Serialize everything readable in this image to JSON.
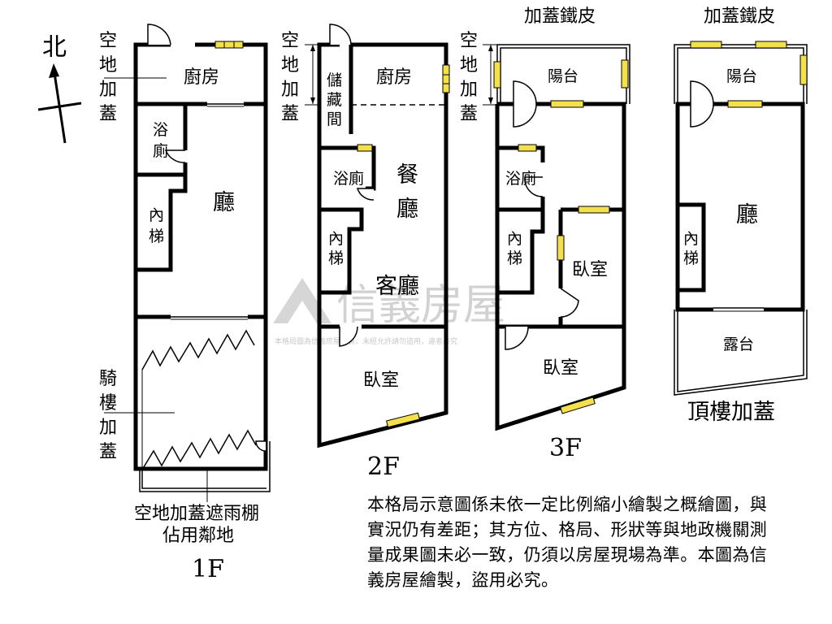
{
  "compass": {
    "north_label": "北"
  },
  "floor_1f": {
    "floor_label": "1F",
    "rooms": {
      "kitchen": "廚房",
      "bath": "浴廁",
      "stairs": "內梯",
      "living": "廳"
    },
    "annotations": {
      "top_addition": "空地加蓋",
      "arcade_addition": "騎樓加蓋",
      "canopy_line1": "空地加蓋遮雨棚",
      "canopy_line2": "佔用鄰地"
    }
  },
  "floor_2f": {
    "floor_label": "2F",
    "rooms": {
      "storage": "儲藏間",
      "kitchen": "廚房",
      "bath": "浴廁",
      "dining": "餐廳",
      "stairs": "內梯",
      "living": "客廳",
      "bedroom": "臥室"
    },
    "annotations": {
      "top_addition": "空地加蓋"
    }
  },
  "floor_3f": {
    "floor_label": "3F",
    "rooms": {
      "balcony": "陽台",
      "bath": "浴廁",
      "stairs": "內梯",
      "bedroom_1": "臥室",
      "bedroom_2": "臥室"
    },
    "annotations": {
      "top_addition": "空地加蓋",
      "iron_roof": "加蓋鐵皮"
    }
  },
  "floor_roof": {
    "floor_label": "頂樓加蓋",
    "rooms": {
      "balcony": "陽台",
      "living": "廳",
      "stairs": "內梯",
      "terrace": "露台"
    },
    "annotations": {
      "iron_roof": "加蓋鐵皮"
    }
  },
  "watermark": {
    "brand": "信義房屋",
    "notice": "本格局圖為信義房屋繪製，未經允許請勿盜用，違者必究"
  },
  "disclaimer": "本格局示意圖係未依一定比例縮小繪製之概繪圖，與實況仍有差距；其方位、格局、形狀等與地政機關測量成果圖未必一致，仍須以房屋現場為準。本圖為信義房屋繪製，盜用必究。"
}
